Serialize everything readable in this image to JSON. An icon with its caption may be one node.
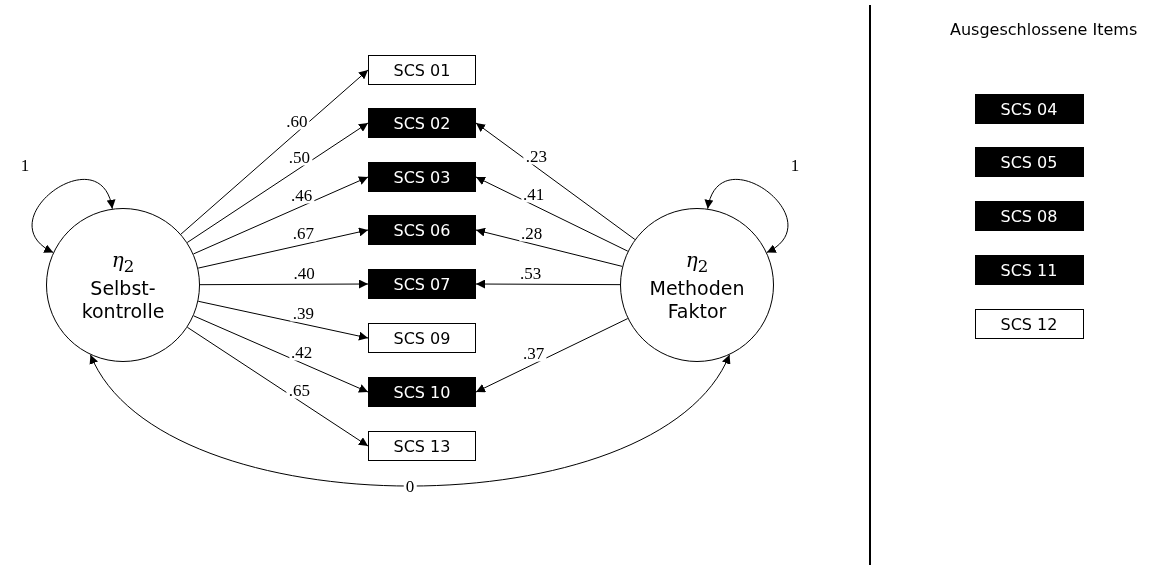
{
  "diagram": {
    "nodes": [
      {
        "text": [
          "*η*$_{2}$",
          "Selbst-kontrolle"
        ]
      },
      {
        "text": [
          "*η*$_{2}$",
          "Methoden Faktor"
        ]
      },
      {
        "text": [
          "SCS 01"
        ]
      },
      {
        "text": [
          "SCS 02"
        ]
      },
      {
        "text": [
          "SCS 03"
        ]
      },
      {
        "text": [
          "SCS 06"
        ]
      },
      {
        "text": [
          "SCS 07"
        ]
      },
      {
        "text": [
          "SCS 09"
        ]
      },
      {
        "text": [
          "SCS 10"
        ]
      },
      {
        "text": [
          "SCS 13"
        ]
      },
      {
        "text": [
          "SCS 04"
        ]
      },
      {
        "text": [
          "SCS 05"
        ]
      },
      {
        "text": [
          "SCS 08"
        ]
      },
      {
        "text": [
          "SCS 11"
        ]
      },
      {
        "text": [
          "SCS 12"
        ]
      }
    ],
    "edges": [
      {
        "from": 0,
        "to": 2,
        "arrow": "to",
        "label": ".60"
      },
      {
        "from": 0,
        "to": 3,
        "arrow": "to",
        "label": ".50"
      },
      {
        "from": 0,
        "to": 4,
        "arrow": "to",
        "label": ".46"
      },
      {
        "from": 0,
        "to": 5,
        "arrow": "to",
        "label": ".67"
      },
      {
        "from": 0,
        "to": 6,
        "arrow": "to",
        "label": ".40"
      },
      {
        "from": 0,
        "to": 7,
        "arrow": "to",
        "label": ".39"
      },
      {
        "from": 0,
        "to": 8,
        "arrow": "to",
        "label": ".42"
      },
      {
        "from": 0,
        "to": 9,
        "arrow": "to",
        "label": ".65"
      },
      {
        "from": 1,
        "to": 3,
        "arrow": "to",
        "label": ".23"
      },
      {
        "from": 1,
        "to": 4,
        "arrow": "to",
        "label": ".41"
      },
      {
        "from": 1,
        "to": 5,
        "arrow": "to",
        "label": ".28"
      },
      {
        "from": 1,
        "to": 6,
        "arrow": "to",
        "label": ".53"
      },
      {
        "from": 1,
        "to": 8,
        "arrow": "to",
        "label": ".37"
      },
      {
        "from": 0,
        "to": 0,
        "arrow": "both",
        "label": "1"
      },
      {
        "from": 1,
        "to": 1,
        "arrow": "both",
        "label": "1"
      },
      {
        "from": 0,
        "to": 1,
        "arrow": "both",
        "label": "0"
      }
    ],
    "labels": [
      "Ausgeschlossene Items"
    ]
  }
}
